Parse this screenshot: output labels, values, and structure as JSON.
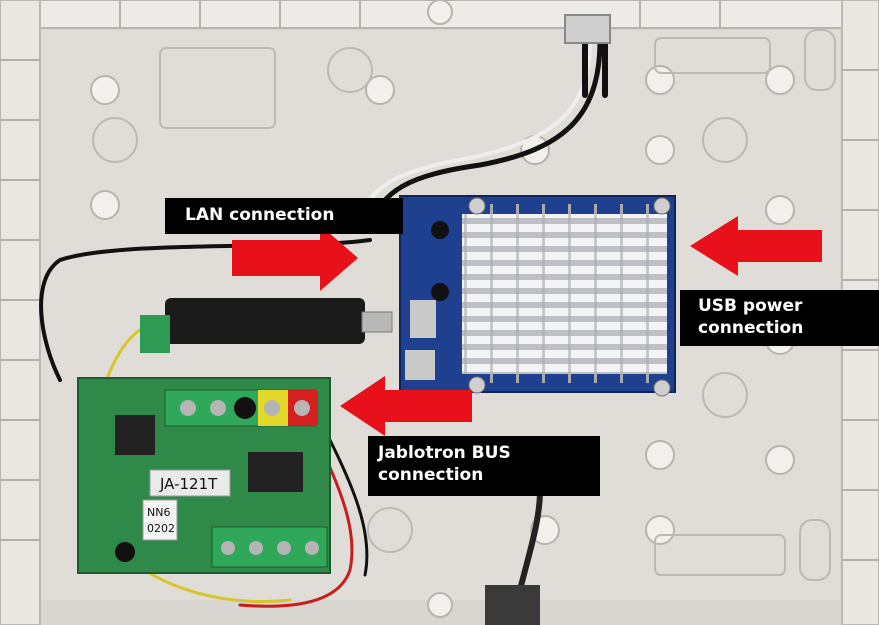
{
  "annotations": {
    "lan": {
      "lines": [
        "LAN connection"
      ]
    },
    "usb": {
      "lines": [
        "USB power",
        "connection"
      ]
    },
    "bus": {
      "lines": [
        "Jablotron BUS",
        "connection"
      ]
    }
  },
  "board_markings": {
    "module_name": "JA-121T",
    "sticker_line1": "NN6",
    "sticker_line2": "0202"
  },
  "colors": {
    "enclosure": "#dedbd6",
    "label_background": "#000000",
    "label_text": "#ffffff",
    "arrow": "#e8101a",
    "pcb_green": "#2f8a4a",
    "pcb_blue": "#1f3f8f",
    "heatsink": "#e8e8ea"
  },
  "icons": [
    "arrow-right-icon",
    "arrow-left-icon"
  ]
}
